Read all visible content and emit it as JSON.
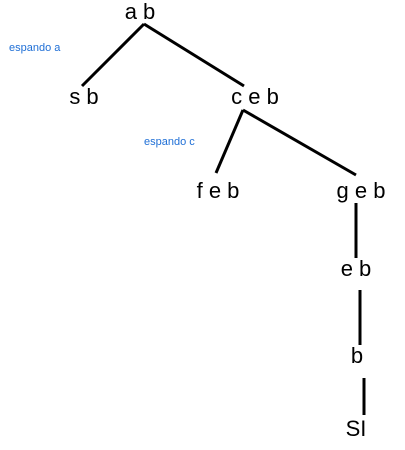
{
  "nodes": {
    "root": "a b",
    "left_child": "s b",
    "right_child": "c e b",
    "node_feb": "f e b",
    "node_geb": "g e b",
    "node_eb": "e b",
    "node_b": "b",
    "leaf_si": "SI"
  },
  "notes": {
    "expand_a": "espando a",
    "expand_c": "espando c"
  },
  "colors": {
    "note": "#1f6fd6",
    "edge": "#000000",
    "text": "#000000"
  }
}
